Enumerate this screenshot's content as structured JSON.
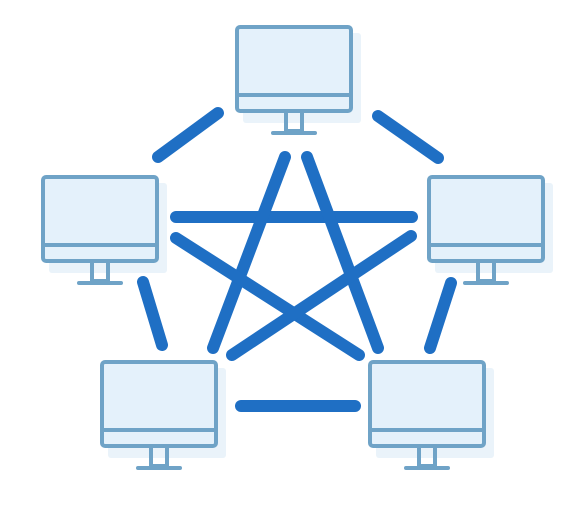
{
  "diagram": {
    "type": "fully-connected mesh network",
    "nodes": [
      {
        "id": "top",
        "icon": "desktop-monitor-icon"
      },
      {
        "id": "left",
        "icon": "desktop-monitor-icon"
      },
      {
        "id": "right",
        "icon": "desktop-monitor-icon"
      },
      {
        "id": "bottom-left",
        "icon": "desktop-monitor-icon"
      },
      {
        "id": "bottom-right",
        "icon": "desktop-monitor-icon"
      }
    ],
    "links": [
      [
        "top",
        "left"
      ],
      [
        "top",
        "right"
      ],
      [
        "left",
        "bottom-left"
      ],
      [
        "right",
        "bottom-right"
      ],
      [
        "bottom-left",
        "bottom-right"
      ],
      [
        "left",
        "right"
      ],
      [
        "top",
        "bottom-left"
      ],
      [
        "top",
        "bottom-right"
      ],
      [
        "left",
        "bottom-right"
      ],
      [
        "right",
        "bottom-left"
      ]
    ]
  },
  "colors": {
    "link": "#1f6fc4",
    "monitor_outline": "#6fa3c7",
    "screen_fill": "#e4f1fb",
    "shadow": "#eaf3fa",
    "background": "#ffffff"
  }
}
